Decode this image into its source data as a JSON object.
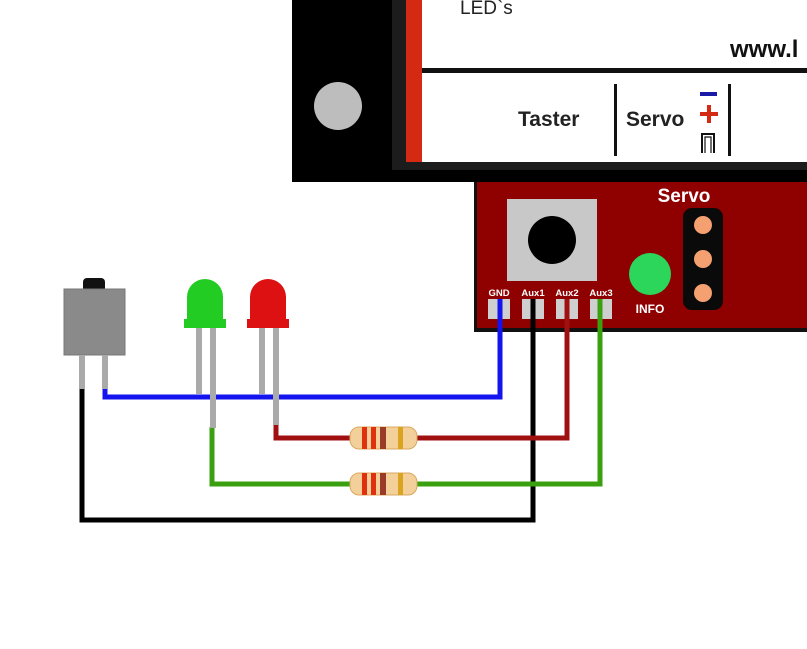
{
  "board": {
    "section_leds": "LED`s",
    "url": "www.l",
    "taster_label": "Taster",
    "servo_label": "Servo",
    "minus_sign": "−",
    "plus_sign": "+",
    "pulse_symbol": "⊓"
  },
  "module": {
    "servo_header": "Servo",
    "info_label": "INFO",
    "pins": [
      "GND",
      "Aux1",
      "Aux2",
      "Aux3"
    ]
  },
  "colors": {
    "board_red": "#d42a14",
    "module_red": "#8f0000",
    "wire_blue": "#1414ee",
    "wire_red": "#a01010",
    "wire_green": "#3aa010",
    "wire_black": "#000000",
    "led_green": "#22cc22",
    "led_red": "#dd1111",
    "info_led": "#2bd65a",
    "servo_pin": "#f4a070"
  },
  "components": [
    "push-button",
    "green-led",
    "red-led",
    "resistor",
    "resistor"
  ]
}
